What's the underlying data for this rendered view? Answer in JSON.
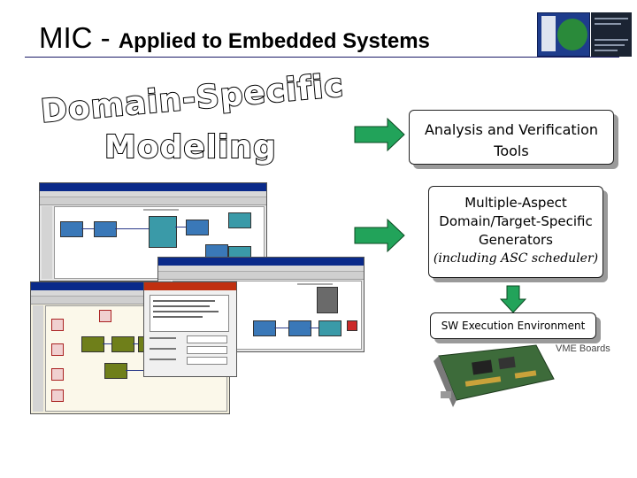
{
  "title": {
    "prefix": "MIC - ",
    "main": "Applied to Embedded Systems"
  },
  "modeling": {
    "line1": "Domain-Specific",
    "line2": "Modeling"
  },
  "boxes": {
    "analysis": "Analysis and Verification Tools",
    "generators_line1": "Multiple-Aspect",
    "generators_line2": "Domain/Target-Specific",
    "generators_line3": "Generators",
    "generators_line4": "(including ASC scheduler)",
    "sw_env": "SW Execution Environment"
  },
  "board_label": "VME Boards",
  "colors": {
    "arrow_green": "#22a35a",
    "title_rule": "#1a1a66",
    "window_titlebar": "#0a2a8a"
  },
  "icons": [
    "logo-globe-icon",
    "logo-institute-icon",
    "right-arrow-icon",
    "down-arrow-icon",
    "vme-board-image"
  ]
}
